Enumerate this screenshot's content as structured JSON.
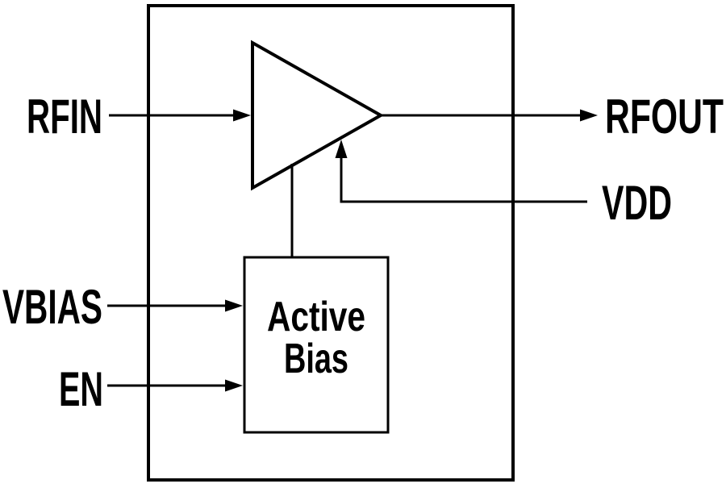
{
  "diagram": {
    "kind": "rf-amplifier-block-diagram",
    "background_color": "#ffffff",
    "line_color": "#000000",
    "text_color": "#000000",
    "ports": {
      "rfin": "RFIN",
      "rfout": "RFOUT",
      "vdd": "VDD",
      "vbias": "VBIAS",
      "en": "EN"
    },
    "blocks": {
      "chip": {
        "shape": "rectangle"
      },
      "amplifier": {
        "shape": "triangle-amplifier"
      },
      "active_bias": {
        "label_line1": "Active",
        "label_line2": "Bias"
      }
    },
    "connections": [
      {
        "from": "RFIN",
        "to": "amplifier-input",
        "arrow": true
      },
      {
        "from": "amplifier-output",
        "to": "RFOUT",
        "arrow": true
      },
      {
        "from": "VDD",
        "to": "amplifier-supply",
        "arrow": true
      },
      {
        "from": "active_bias",
        "to": "amplifier-bias",
        "arrow": false
      },
      {
        "from": "VBIAS",
        "to": "active_bias",
        "arrow": true
      },
      {
        "from": "EN",
        "to": "active_bias",
        "arrow": true
      }
    ]
  }
}
